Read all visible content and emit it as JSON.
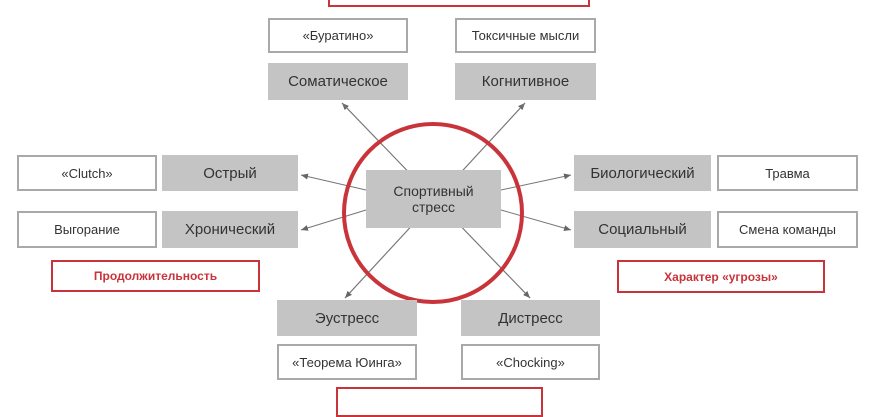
{
  "center": "Спортивный стресс",
  "top": {
    "white": [
      "«Буратино»",
      "Токсичные мысли"
    ],
    "gray": [
      "Соматическое",
      "Когнитивное"
    ]
  },
  "left": {
    "white": [
      "«Clutch»",
      "Выгорание"
    ],
    "gray": [
      "Острый",
      "Хронический"
    ],
    "category": "Продолжительность"
  },
  "right": {
    "gray": [
      "Биологический",
      "Социальный"
    ],
    "white": [
      "Травма",
      "Смена команды"
    ],
    "category": "Характер «угрозы»"
  },
  "bottom": {
    "gray": [
      "Эустресс",
      "Дистресс"
    ],
    "white": [
      "«Теорема Юинга»",
      "«Chocking»"
    ]
  },
  "colors": {
    "accent": "#c8343a",
    "box": "#c4c4c4"
  }
}
